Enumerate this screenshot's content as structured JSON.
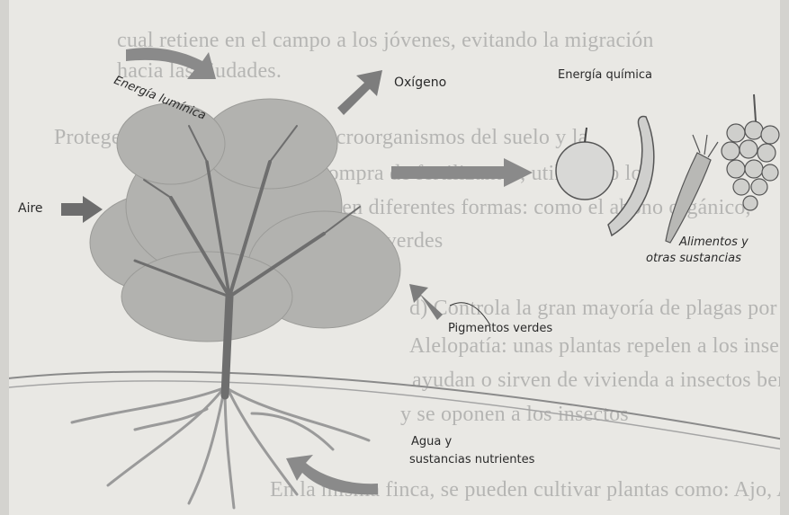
{
  "background_text": {
    "lines": [
      "cual retiene en el campo a los jóvenes, evitando la migración",
      "hacia las ciudades.",
      "Protege la destrucción de los microorganismos del suelo y la",
      "tierra, evitando la compra de fertilizantes, utilizando los",
      "desechos orgánicos en diferentes formas: como el abono orgánico,",
      "compuesto, abonos verdes",
      "d) Controla la gran mayoría de plagas por el método llamado",
      "Alelopatía: unas plantas repelen a los insectos, otras favorecen o",
      "ayudan o sirven de vivienda a insectos benéficos",
      "y se oponen a los insectos",
      "En la misma finca, se pueden cultivar plantas como: Ajo, Albahaca"
    ]
  },
  "diagram": {
    "labels": {
      "light_energy": "Energía lumínica",
      "oxygen": "Oxígeno",
      "chemical_energy": "Energía química",
      "air": "Aire",
      "food": "Alimentos y",
      "other_substances": "otras sustancias",
      "green_pigments": "Pigmentos verdes",
      "water": "Agua y",
      "nutrients": "sustancias nutrientes"
    }
  },
  "colors": {
    "arrow": "#7d7d7d",
    "foliage": "#a9a9a7",
    "trunk": "#6e6e6e",
    "ink": "#2a2a2a"
  }
}
